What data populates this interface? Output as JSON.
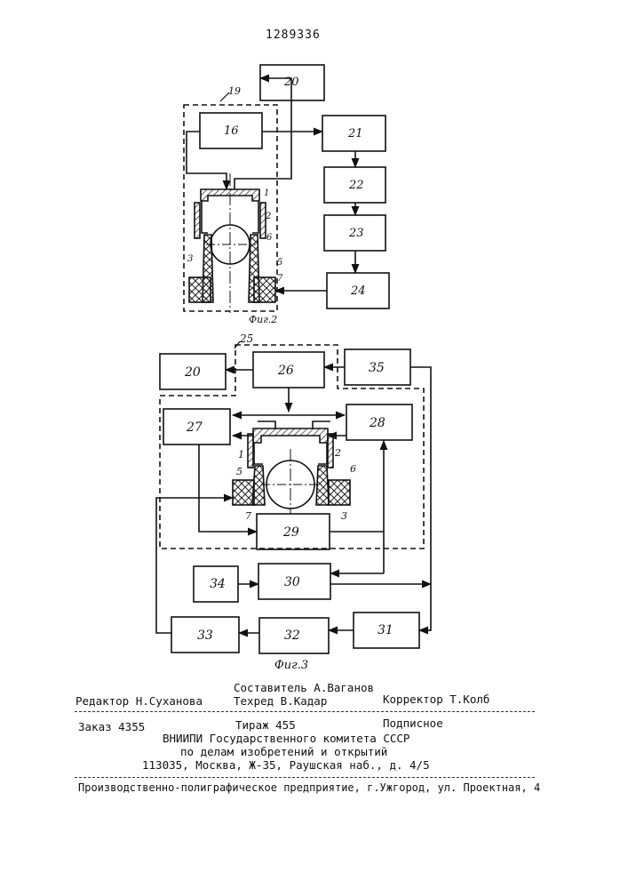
{
  "patent_number": "1289336",
  "figures": [
    {
      "caption": "Фиг.2",
      "group_label": "19",
      "blocks": [
        "16",
        "20",
        "21",
        "22",
        "23",
        "24"
      ],
      "part_labels": [
        "1",
        "2",
        "3",
        "5",
        "6",
        "7"
      ]
    },
    {
      "caption": "Фиг.3",
      "group_label": "25",
      "blocks": [
        "20",
        "26",
        "35",
        "27",
        "28",
        "29",
        "30",
        "34",
        "31",
        "32",
        "33"
      ],
      "part_labels": [
        "1",
        "2",
        "3",
        "5",
        "6",
        "7"
      ]
    }
  ],
  "footer": {
    "editor": "Редактор Н.Суханова",
    "compiler": "Составитель А.Ваганов",
    "techred": "Техред В.Кадар",
    "corrector": "Корректор Т.Колб",
    "order": "Заказ 4355",
    "circulation": "Тираж 455",
    "subscription": "Подписное",
    "org_line1": "ВНИИПИ Государственного комитета СССР",
    "org_line2": "по делам изобретений и открытий",
    "address": "113035, Москва, Ж-35, Раушская наб., д. 4/5",
    "printer": "Производственно-полиграфическое предприятие, г.Ужгород, ул. Проектная, 4"
  }
}
